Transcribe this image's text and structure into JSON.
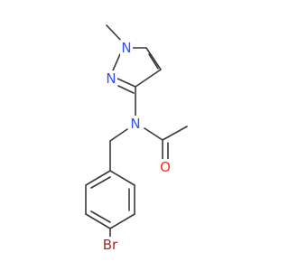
{
  "colors": {
    "bond": "#3a3a3a",
    "nitrogen": "#3050f8",
    "oxygen": "#ff2a1a",
    "bromine": "#a62929",
    "background": "#ffffff"
  },
  "atoms": {
    "n1": {
      "label": "N",
      "element": "nitrogen"
    },
    "n2": {
      "label": "N",
      "element": "nitrogen"
    },
    "n_amide": {
      "label": "N",
      "element": "nitrogen"
    },
    "o_carbonyl": {
      "label": "O",
      "element": "oxygen"
    },
    "br": {
      "label": "Br",
      "element": "bromine"
    }
  }
}
